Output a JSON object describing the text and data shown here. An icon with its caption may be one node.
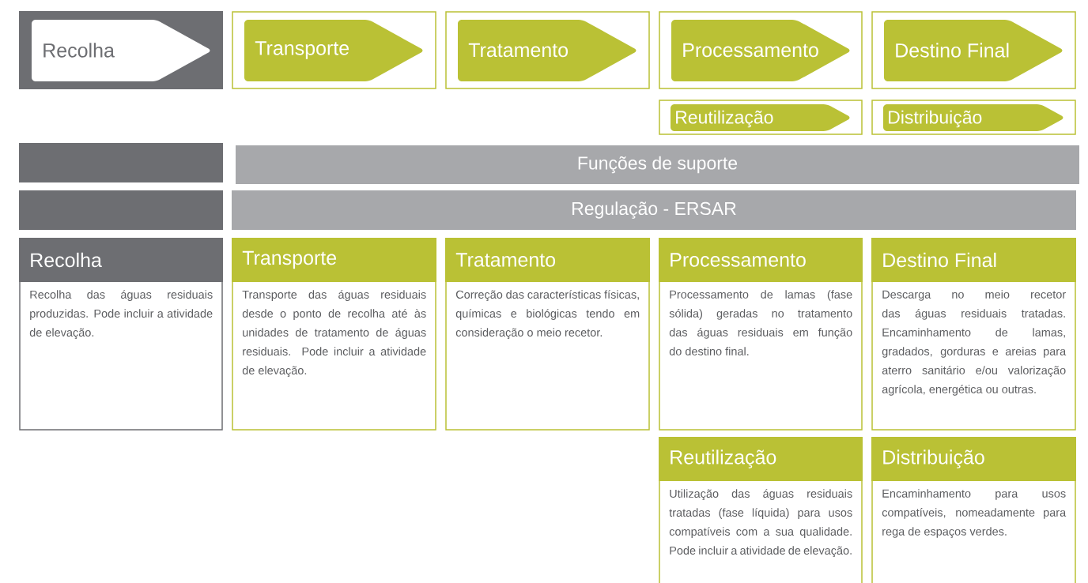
{
  "diagram": {
    "nodes": [
      {
        "text": [
          "Recolha"
        ]
      },
      {
        "text": [
          "Transporte"
        ]
      },
      {
        "text": [
          "Tratamento"
        ]
      },
      {
        "text": [
          "Processamento"
        ]
      },
      {
        "text": [
          "Destino Final"
        ]
      },
      {
        "text": [
          "Reutilização"
        ]
      },
      {
        "text": [
          "Distribuição"
        ]
      },
      {
        "text": [],
        "shape": "box"
      },
      {
        "text": [
          "Funções de suporte"
        ]
      },
      {
        "text": [],
        "shape": "box"
      },
      {
        "text": [
          "Regulação - ERSAR"
        ]
      },
      {
        "text": [
          "Recolha",
          "Recolha das águas residuais produzidas. Pode incluir a atividade de elevação."
        ]
      },
      {
        "text": [
          "Transporte",
          "Transporte das águas residuais desde o ponto de recolha até às unidades de tratamento de águas residuais. Pode incluir a atividade de elevação."
        ]
      },
      {
        "text": [
          "Tratamento",
          "Correção das características físicas, químicas e biológicas tendo em consideração o meio recetor."
        ]
      },
      {
        "text": [
          "Processamento",
          "Processamento de lamas (fase sólida) geradas no tratamento das águas residuais em função do destino final."
        ]
      },
      {
        "text": [
          "Destino Final",
          "Descarga no meio recetor das águas residuais tratadas. Encaminhamento de lamas, gradados, gorduras e areias para aterro sanitário e/ou valorização agrícola, energética ou outras."
        ]
      },
      {
        "text": [
          "Reutilização",
          "Utilização das águas residuais tratadas (fase líquida) para usos compatíveis com a sua qualidade. Pode incluir a atividade de elevação."
        ]
      },
      {
        "text": [
          "Distribuição",
          "Encaminhamento para usos compatíveis, nomeadamente para rega de espaços verdes."
        ]
      }
    ]
  }
}
